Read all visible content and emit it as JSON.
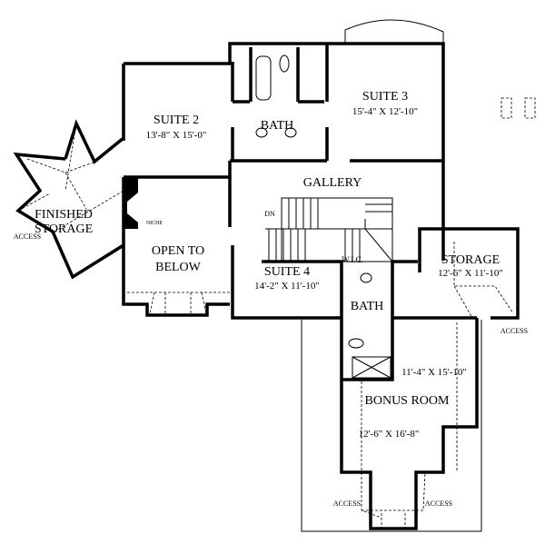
{
  "rooms": {
    "suite2": {
      "name": "SUITE 2",
      "size": "13'-8\" X 15'-0\""
    },
    "suite3": {
      "name": "SUITE 3",
      "size": "15'-4\" X 12'-10\""
    },
    "bath_upper": {
      "name": "BATH"
    },
    "gallery": {
      "name": "GALLERY"
    },
    "stairs": {
      "label": "DN"
    },
    "finished_storage": {
      "name": "FINISHED STORAGE",
      "line1": "FINISHED",
      "line2": "STORAGE"
    },
    "niche": {
      "label": "NICHE"
    },
    "open_to_below": {
      "line1": "OPEN TO",
      "line2": "BELOW"
    },
    "suite4": {
      "name": "SUITE 4",
      "size": "14'-2\" X 11'-10\""
    },
    "wic": {
      "name": "W.I.C."
    },
    "bath_lower": {
      "name": "BATH"
    },
    "storage": {
      "name": "STORAGE",
      "size": "12'-6\" X 11'-10\""
    },
    "bonus": {
      "name": "BONUS ROOM",
      "size1": "11'-4\" X 15'-10\"",
      "size2": "12'-6\" X 16'-8\""
    }
  },
  "access_labels": [
    "ACCESS",
    "ACCESS",
    "ACCESS",
    "ACCESS"
  ]
}
